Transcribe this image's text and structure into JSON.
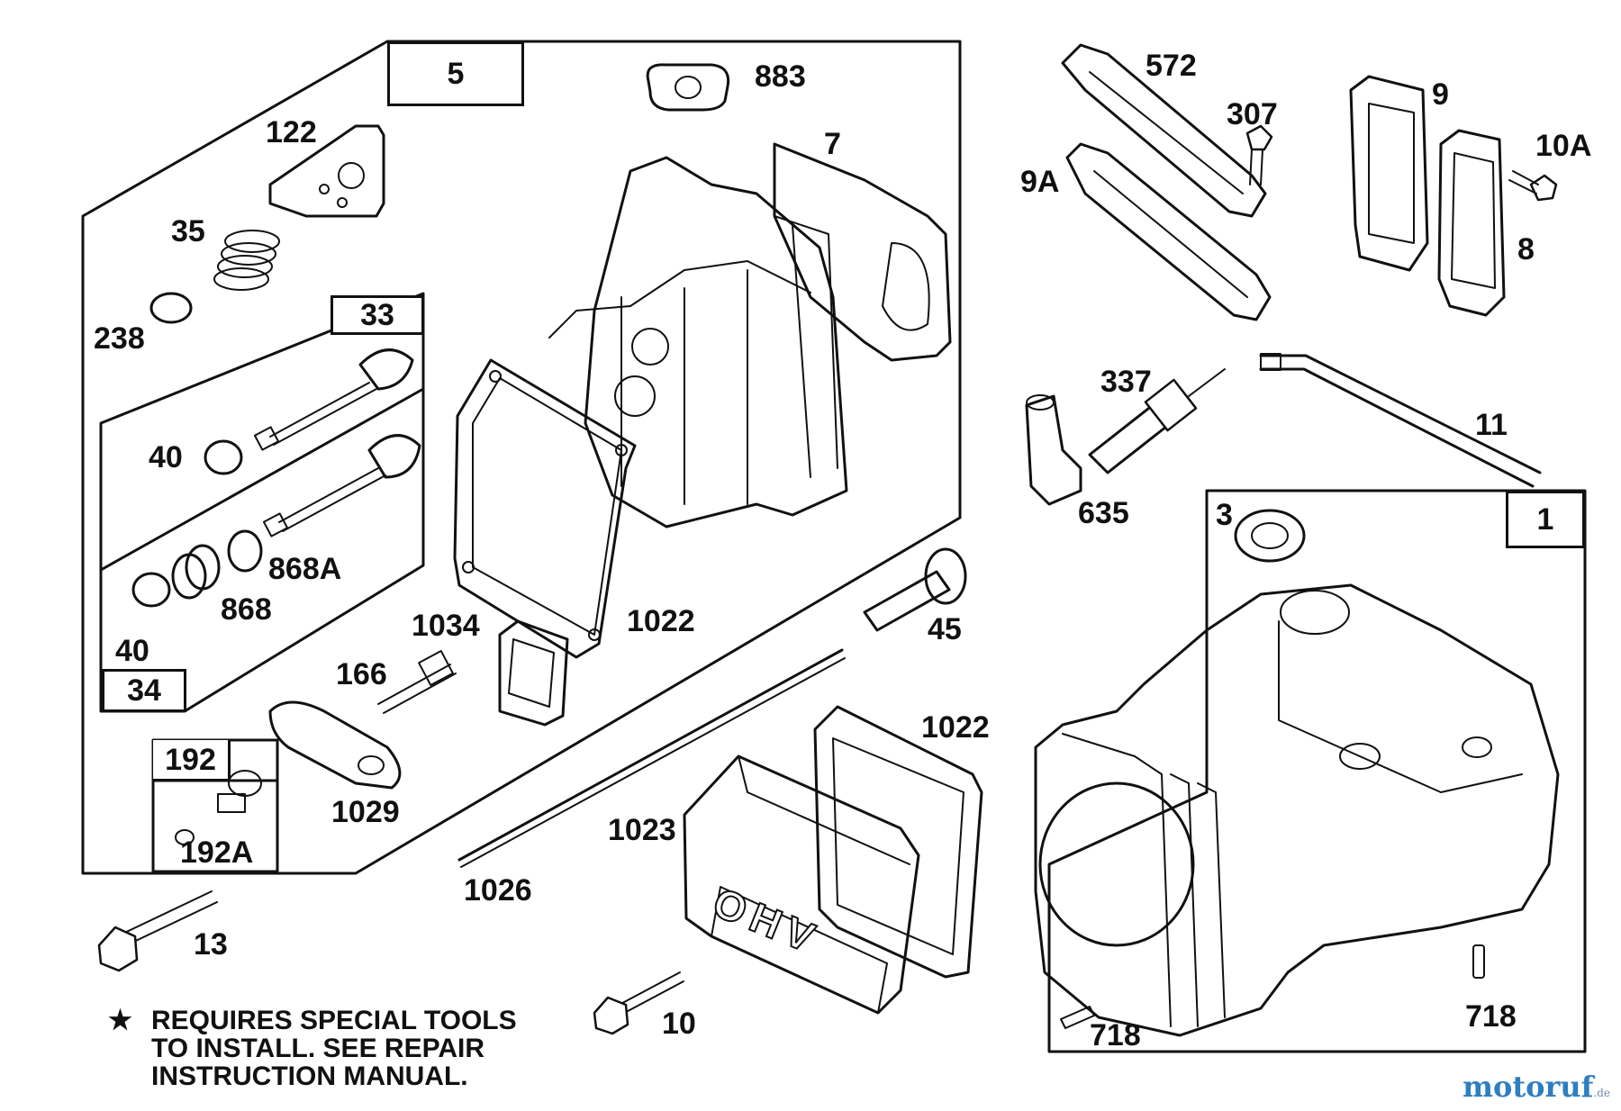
{
  "diagram": {
    "part_labels": {
      "p5": "5",
      "p883": "883",
      "p7": "7",
      "p122": "122",
      "p35": "35",
      "p238": "238",
      "p33": "33",
      "p40a": "40",
      "p868a": "868A",
      "p868": "868",
      "p40b": "40",
      "p34": "34",
      "p1022a": "1022",
      "p1034": "1034",
      "p166": "166",
      "p45": "45",
      "p192": "192",
      "p192a": "192A",
      "p1029": "1029",
      "p1022b": "1022",
      "p1023": "1023",
      "p1026": "1026",
      "p13": "13",
      "p10": "10",
      "p572": "572",
      "p307": "307",
      "p9": "9",
      "p10a": "10A",
      "p9a": "9A",
      "p8": "8",
      "p337": "337",
      "p11": "11",
      "p635": "635",
      "p3": "3",
      "p1": "1",
      "p718a": "718",
      "p718b": "718"
    },
    "note": {
      "star": "★",
      "line1": "REQUIRES SPECIAL TOOLS",
      "line2": "TO INSTALL.  SEE REPAIR",
      "line3": "INSTRUCTION MANUAL."
    },
    "cover_text": "OHV",
    "watermark": {
      "text": "motoruf",
      "suffix": ".de"
    }
  }
}
